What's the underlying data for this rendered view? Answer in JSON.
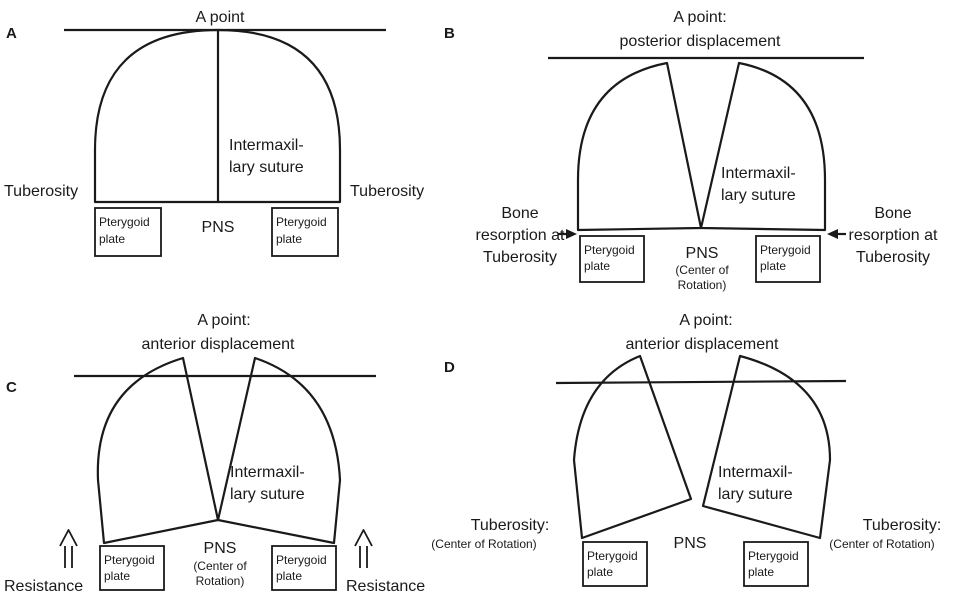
{
  "panels": {
    "a": {
      "letter": "A",
      "a_point": "A point",
      "suture_1": "Intermaxil-",
      "suture_2": "lary suture",
      "tuberosity_left": "Tuberosity",
      "tuberosity_right": "Tuberosity",
      "pns": "PNS",
      "plate_1": "Pterygoid",
      "plate_2": "plate"
    },
    "b": {
      "letter": "B",
      "a_point_1": "A point:",
      "a_point_2": "posterior displacement",
      "suture_1": "Intermaxil-",
      "suture_2": "lary suture",
      "bone_1": "Bone",
      "bone_2": "resorption at",
      "bone_3": "Tuberosity",
      "pns": "PNS",
      "center_1": "(Center of",
      "center_2": "Rotation)",
      "plate_1": "Pterygoid",
      "plate_2": "plate"
    },
    "c": {
      "letter": "C",
      "a_point_1": "A point:",
      "a_point_2": "anterior displacement",
      "suture_1": "Intermaxil-",
      "suture_2": "lary suture",
      "pns": "PNS",
      "center_1": "(Center of",
      "center_2": "Rotation)",
      "resistance": "Resistance",
      "plate_1": "Pterygoid",
      "plate_2": "plate"
    },
    "d": {
      "letter": "D",
      "a_point_1": "A point:",
      "a_point_2": "anterior displacement",
      "suture_1": "Intermaxil-",
      "suture_2": "lary suture",
      "pns": "PNS",
      "tuberosity": "Tuberosity:",
      "center": "(Center of Rotation)",
      "plate_1": "Pterygoid",
      "plate_2": "plate"
    }
  }
}
